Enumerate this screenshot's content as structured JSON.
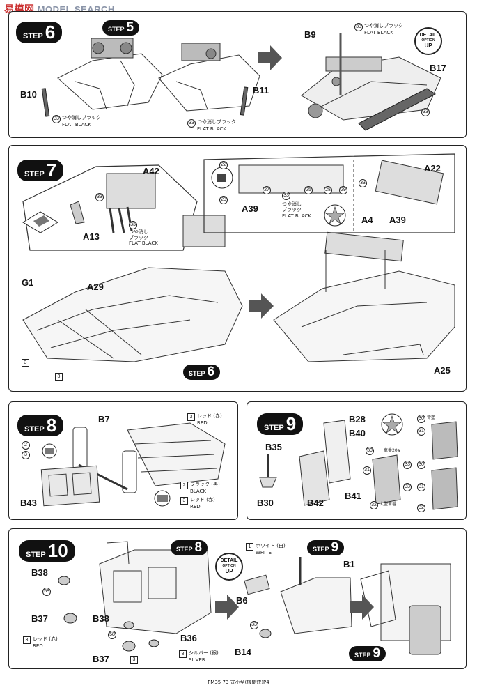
{
  "watermark": {
    "logo_text": "MODEL SEARCH",
    "site_text": "易模网"
  },
  "footer": {
    "text": "FM35 73 式小型(機関銃)P4"
  },
  "steps": {
    "s6": {
      "word": "STEP",
      "num": "6"
    },
    "s5": {
      "word": "STEP",
      "num": "5"
    },
    "s7": {
      "word": "STEP",
      "num": "7"
    },
    "s6b": {
      "word": "STEP",
      "num": "6"
    },
    "s8": {
      "word": "STEP",
      "num": "8"
    },
    "s9": {
      "word": "STEP",
      "num": "9"
    },
    "s10": {
      "word": "STEP",
      "num": "10"
    },
    "s8b": {
      "word": "STEP",
      "num": "8"
    },
    "s9b": {
      "word": "STEP",
      "num": "9"
    },
    "s9c": {
      "word": "STEP",
      "num": "9"
    }
  },
  "detail": {
    "a": "DETAIL",
    "b": "OPTION",
    "c": "UP"
  },
  "paint": {
    "flat_black_jp": "つや消しブラック",
    "flat_black_jp_a": "つや消し",
    "flat_black_jp_b": "ブラック",
    "flat_black_en": "FLAT BLACK",
    "red_jp": "レッド (赤)",
    "red_en": "RED",
    "black_jp": "ブラック (黒)",
    "black_en": "BLACK",
    "white_jp": "ホワイト (白)",
    "white_en": "WHITE",
    "silver_jp": "シルバー (銀)",
    "silver_en": "SILVER"
  },
  "codes": {
    "c33": "33",
    "c3": "3",
    "c2": "2",
    "c58": "58",
    "c1": "1",
    "c8": "8",
    "c22": "22",
    "c23": "23",
    "c27": "27",
    "c25": "25",
    "c28": "28",
    "c29": "29",
    "c30": "30",
    "c31": "31",
    "c32": "32"
  },
  "step6": {
    "b9": "B9",
    "b10": "B10",
    "b11": "B11",
    "b17": "B17"
  },
  "step7": {
    "a42": "A42",
    "a13": "A13",
    "g1": "G1",
    "a29": "A29",
    "a22": "A22",
    "a39": "A39",
    "a39b": "A39",
    "a4": "A4",
    "a25": "A25"
  },
  "step8": {
    "b7": "B7",
    "b43": "B43"
  },
  "step9": {
    "b28": "B28",
    "b40": "B40",
    "b35": "B35",
    "b30": "B30",
    "b42": "B42",
    "b41": "B41",
    "tiny_a": "背塗",
    "tiny_b": "車番20a",
    "tiny_c": "大型車番"
  },
  "step10": {
    "b38": "B38",
    "b37": "B37",
    "b38b": "B38",
    "b37b": "B37",
    "b36": "B36",
    "b6": "B6",
    "b14": "B14",
    "b1": "B1"
  }
}
